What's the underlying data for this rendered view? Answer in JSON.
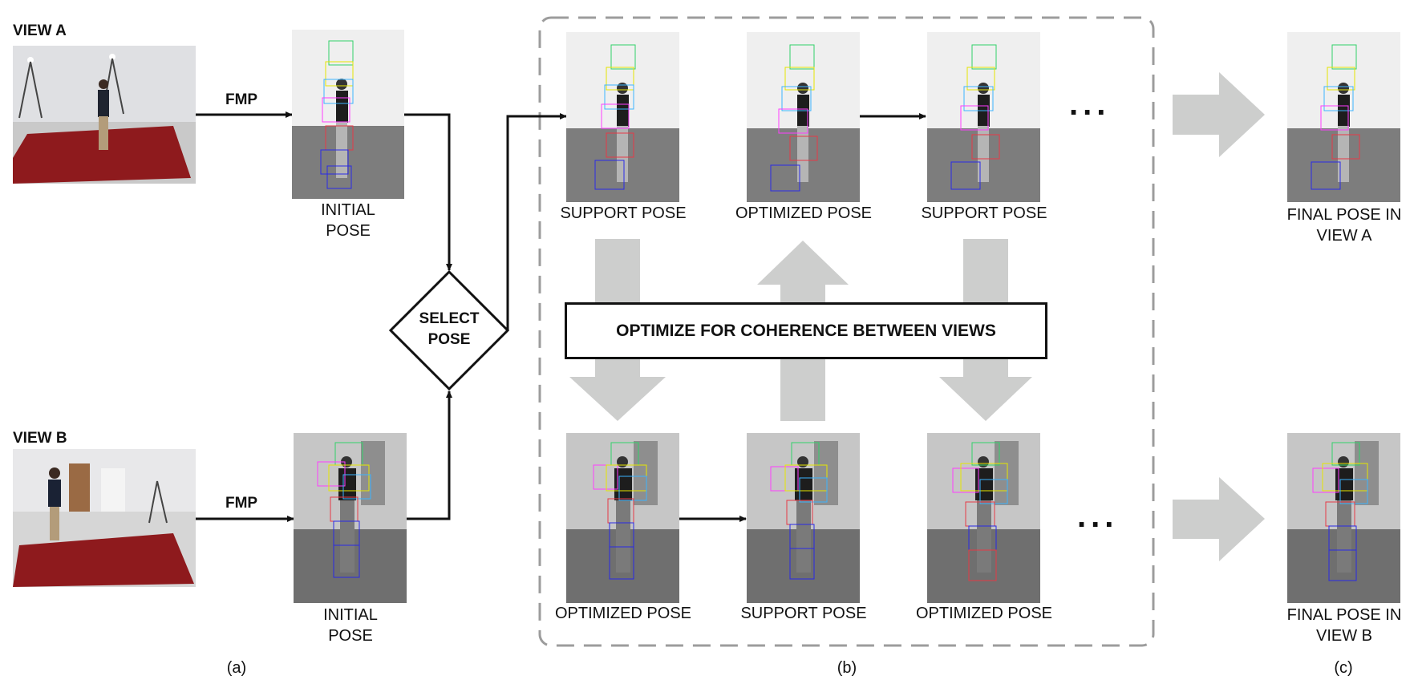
{
  "view_a_label": "VIEW A",
  "view_b_label": "VIEW B",
  "fmp_label": "FMP",
  "initial_pose_label": "INITIAL\nPOSE",
  "select_pose_label": "SELECT\nPOSE",
  "optimize_banner": "OPTIMIZE FOR COHERENCE BETWEEN VIEWS",
  "top_row_labels": [
    "SUPPORT POSE",
    "OPTIMIZED POSE",
    "SUPPORT POSE"
  ],
  "bottom_row_labels": [
    "OPTIMIZED POSE",
    "SUPPORT POSE",
    "OPTIMIZED POSE"
  ],
  "ellipsis": "...",
  "final_pose_a": "FINAL POSE IN\nVIEW A",
  "final_pose_b": "FINAL POSE IN\nVIEW B",
  "subfig_a": "(a)",
  "subfig_b": "(b)",
  "subfig_c": "(c)",
  "colors": {
    "arrow_gray": "#cdcecd",
    "dashed_border": "#9c9c9c",
    "carpet_red": "#8e1a1d",
    "line": "#111111"
  }
}
